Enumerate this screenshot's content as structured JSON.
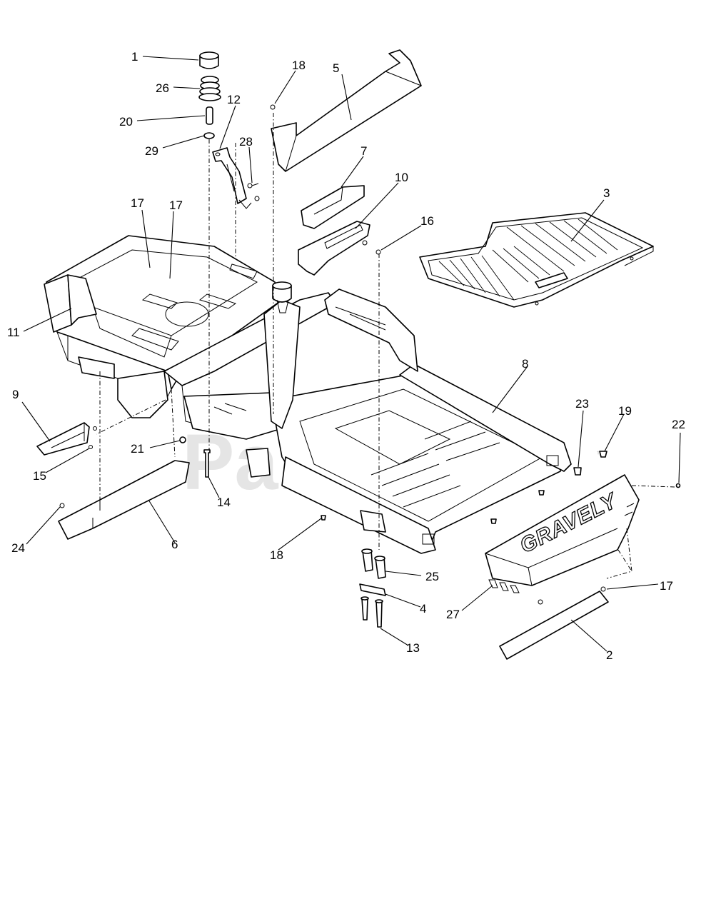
{
  "diagram": {
    "brand_label": "GRAVELY",
    "watermark": "PartsTree",
    "watermark_tm": "™",
    "callouts": [
      {
        "id": "c1",
        "label": "1"
      },
      {
        "id": "c26",
        "label": "26"
      },
      {
        "id": "c20",
        "label": "20"
      },
      {
        "id": "c29",
        "label": "29"
      },
      {
        "id": "c12",
        "label": "12"
      },
      {
        "id": "c28",
        "label": "28"
      },
      {
        "id": "c18a",
        "label": "18"
      },
      {
        "id": "c5",
        "label": "5"
      },
      {
        "id": "c7",
        "label": "7"
      },
      {
        "id": "c10",
        "label": "10"
      },
      {
        "id": "c16",
        "label": "16"
      },
      {
        "id": "c3",
        "label": "3"
      },
      {
        "id": "c17a",
        "label": "17"
      },
      {
        "id": "c17b",
        "label": "17"
      },
      {
        "id": "c11",
        "label": "11"
      },
      {
        "id": "c8",
        "label": "8"
      },
      {
        "id": "c9",
        "label": "9"
      },
      {
        "id": "c15",
        "label": "15"
      },
      {
        "id": "c21",
        "label": "21"
      },
      {
        "id": "c14",
        "label": "14"
      },
      {
        "id": "c24",
        "label": "24"
      },
      {
        "id": "c6",
        "label": "6"
      },
      {
        "id": "c18b",
        "label": "18"
      },
      {
        "id": "c23",
        "label": "23"
      },
      {
        "id": "c19",
        "label": "19"
      },
      {
        "id": "c22",
        "label": "22"
      },
      {
        "id": "c25",
        "label": "25"
      },
      {
        "id": "c4",
        "label": "4"
      },
      {
        "id": "c13",
        "label": "13"
      },
      {
        "id": "c27",
        "label": "27"
      },
      {
        "id": "c17c",
        "label": "17"
      },
      {
        "id": "c2",
        "label": "2"
      }
    ]
  }
}
